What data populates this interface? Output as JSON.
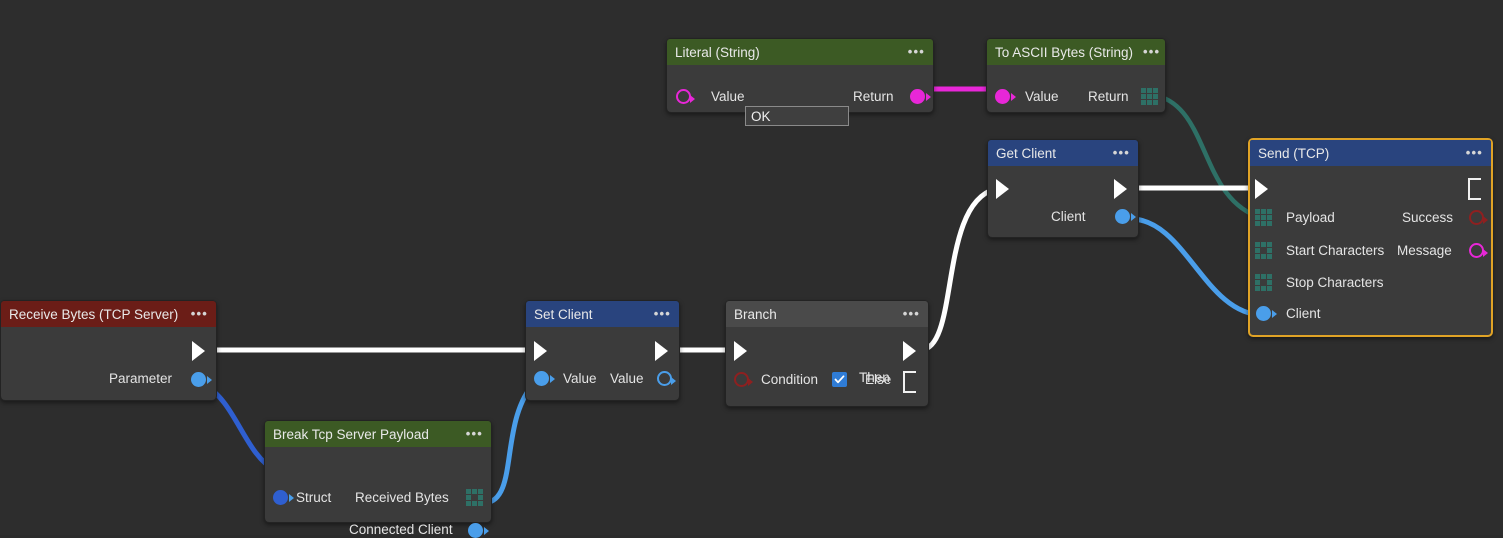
{
  "app": {
    "canvas_background": "#2d2d2d",
    "kind": "visual-scripting-node-graph"
  },
  "colors": {
    "header_green": "#3c5a24",
    "header_blue": "#29447e",
    "header_darkred": "#6b1d17",
    "header_gray": "#4a4a4a",
    "node_body": "#3b3b3b",
    "selection_border": "#e0a326",
    "wire_exec_white": "#ffffff",
    "wire_magenta": "#e827d8",
    "wire_teal": "#2e7066",
    "wire_blue_light": "#4a9eea",
    "wire_blue_royal": "#2f5fd0",
    "port_blue": "#4a9eea",
    "port_magenta": "#e827d8",
    "port_darkred": "#8e2020",
    "port_array_teal": "#2e7066",
    "checkbox_blue": "#2f7cd6"
  },
  "nodes": [
    {
      "id": "literal-string",
      "title": "Literal (String)",
      "header_color": "header_green",
      "menu": "•••",
      "selected": false,
      "inputs": [
        {
          "label": "Value",
          "port": "ring-magenta",
          "value": "OK"
        }
      ],
      "outputs": [
        {
          "label": "Return",
          "port": "dot-magenta"
        }
      ]
    },
    {
      "id": "to-ascii-bytes-string",
      "title": "To ASCII Bytes (String)",
      "header_color": "header_green",
      "menu": "•••",
      "selected": false,
      "inputs": [
        {
          "label": "Value",
          "port": "dot-magenta"
        }
      ],
      "outputs": [
        {
          "label": "Return",
          "port": "grid-filled"
        }
      ]
    },
    {
      "id": "get-client",
      "title": "Get Client",
      "header_color": "header_blue",
      "menu": "•••",
      "selected": false,
      "inputs": [
        {
          "label": "",
          "port": "exec-filled"
        }
      ],
      "outputs": [
        {
          "label": "",
          "port": "exec-filled"
        },
        {
          "label": "Client",
          "port": "dot-blue"
        }
      ]
    },
    {
      "id": "send-tcp",
      "title": "Send (TCP)",
      "header_color": "header_blue",
      "menu": "•••",
      "selected": true,
      "inputs": [
        {
          "label": "",
          "port": "exec-filled"
        },
        {
          "label": "Payload",
          "port": "grid-filled"
        },
        {
          "label": "Start Characters",
          "port": "grid-hollow"
        },
        {
          "label": "Stop Characters",
          "port": "grid-hollow"
        },
        {
          "label": "Client",
          "port": "dot-blue"
        }
      ],
      "outputs": [
        {
          "label": "",
          "port": "exec-hollow"
        },
        {
          "label": "Success",
          "port": "ring-darkred"
        },
        {
          "label": "Message",
          "port": "ring-magenta"
        }
      ]
    },
    {
      "id": "receive-bytes-tcp-server",
      "title": "Receive Bytes (TCP Server)",
      "header_color": "header_darkred",
      "menu": "•••",
      "selected": false,
      "inputs": [],
      "outputs": [
        {
          "label": "",
          "port": "exec-filled"
        },
        {
          "label": "Parameter",
          "port": "dot-blue"
        }
      ]
    },
    {
      "id": "break-tcp-server-payload",
      "title": "Break Tcp Server Payload",
      "header_color": "header_green",
      "menu": "•••",
      "selected": false,
      "inputs": [
        {
          "label": "Struct",
          "port": "dot-blue-royal"
        }
      ],
      "outputs": [
        {
          "label": "Received Bytes",
          "port": "grid-hollow"
        },
        {
          "label": "Connected Client",
          "port": "dot-blue"
        }
      ]
    },
    {
      "id": "set-client",
      "title": "Set Client",
      "header_color": "header_blue",
      "menu": "•••",
      "selected": false,
      "inputs": [
        {
          "label": "",
          "port": "exec-filled"
        },
        {
          "label": "Value",
          "port": "dot-blue"
        }
      ],
      "outputs": [
        {
          "label": "",
          "port": "exec-filled"
        },
        {
          "label": "Value",
          "port": "ring-blue"
        }
      ]
    },
    {
      "id": "branch",
      "title": "Branch",
      "header_color": "header_gray",
      "menu": "•••",
      "selected": false,
      "inputs": [
        {
          "label": "",
          "port": "exec-filled"
        },
        {
          "label": "Condition",
          "port": "ring-darkred",
          "checkbox": true,
          "checked": true
        }
      ],
      "outputs": [
        {
          "label": "Then",
          "port": "exec-filled"
        },
        {
          "label": "Else",
          "port": "exec-hollow"
        }
      ]
    }
  ],
  "literal": {
    "title": "Literal (String)",
    "menu": "•••",
    "value_label": "Value",
    "value_text": "OK",
    "return_label": "Return"
  },
  "to_ascii": {
    "title": "To ASCII Bytes (String)",
    "menu": "•••",
    "value_label": "Value",
    "return_label": "Return"
  },
  "get_client": {
    "title": "Get Client",
    "menu": "•••",
    "client_label": "Client"
  },
  "send_tcp": {
    "title": "Send (TCP)",
    "menu": "•••",
    "payload_label": "Payload",
    "start_characters_label": "Start Characters",
    "stop_characters_label": "Stop Characters",
    "client_label": "Client",
    "success_label": "Success",
    "message_label": "Message"
  },
  "receive_bytes": {
    "title": "Receive Bytes (TCP Server)",
    "menu": "•••",
    "parameter_label": "Parameter"
  },
  "break_payload": {
    "title": "Break Tcp Server Payload",
    "menu": "•••",
    "struct_label": "Struct",
    "received_bytes_label": "Received Bytes",
    "connected_client_label": "Connected Client"
  },
  "set_client": {
    "title": "Set Client",
    "menu": "•••",
    "value_in_label": "Value",
    "value_out_label": "Value"
  },
  "branch": {
    "title": "Branch",
    "menu": "•••",
    "condition_label": "Condition",
    "condition_checked": true,
    "then_label": "Then",
    "else_label": "Else"
  },
  "connections": [
    {
      "from": "literal.Return",
      "to": "to_ascii.Value",
      "color": "wire_magenta"
    },
    {
      "from": "to_ascii.Return",
      "to": "send_tcp.Payload",
      "color": "wire_teal"
    },
    {
      "from": "get_client.exec_out",
      "to": "send_tcp.exec_in",
      "color": "wire_exec_white"
    },
    {
      "from": "get_client.Client",
      "to": "send_tcp.Client",
      "color": "wire_blue_light"
    },
    {
      "from": "branch.Then",
      "to": "get_client.exec_in",
      "color": "wire_exec_white"
    },
    {
      "from": "receive_bytes.exec_out",
      "to": "set_client.exec_in",
      "color": "wire_exec_white"
    },
    {
      "from": "receive_bytes.Parameter",
      "to": "break_payload.Struct",
      "color": "wire_blue_royal"
    },
    {
      "from": "break_payload.ConnectedClient",
      "to": "set_client.Value",
      "color": "wire_blue_light"
    },
    {
      "from": "set_client.exec_out",
      "to": "branch.exec_in",
      "color": "wire_exec_white"
    }
  ]
}
